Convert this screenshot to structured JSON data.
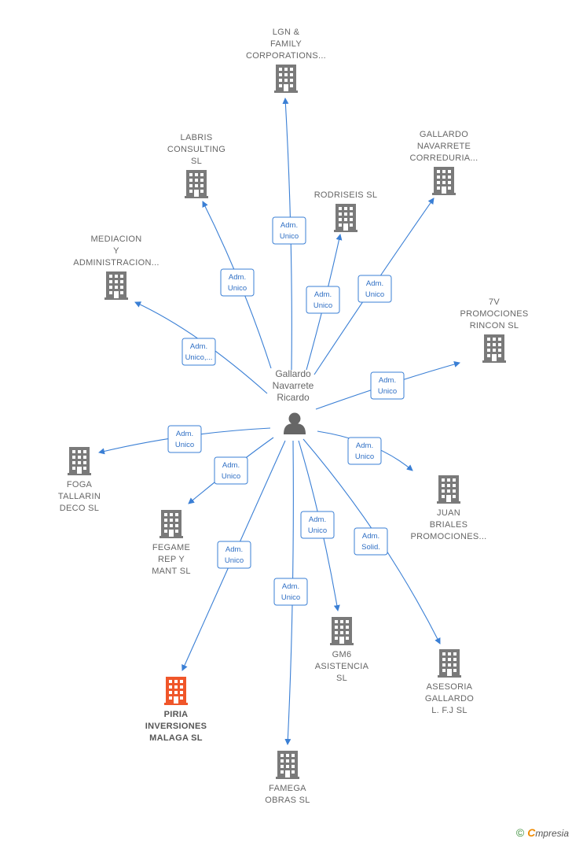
{
  "center": {
    "name_lines": [
      "Gallardo",
      "Navarrete",
      "Ricardo"
    ]
  },
  "colors": {
    "edge": "#3a7fd5",
    "building": "#7a7a7a",
    "building_highlight": "#f0562a",
    "person": "#666666"
  },
  "nodes": [
    {
      "id": "lgn",
      "lines": [
        "LGN &",
        "FAMILY",
        "CORPORATIONS..."
      ],
      "relation": [
        "Adm.",
        "Unico"
      ]
    },
    {
      "id": "labris",
      "lines": [
        "LABRIS",
        "CONSULTING",
        "SL"
      ],
      "relation": [
        "Adm.",
        "Unico"
      ]
    },
    {
      "id": "rodriseis",
      "lines": [
        "RODRISEIS SL"
      ],
      "relation": [
        "Adm.",
        "Unico"
      ]
    },
    {
      "id": "gallardo-navarrete",
      "lines": [
        "GALLARDO",
        "NAVARRETE",
        "CORREDURIA..."
      ],
      "relation": [
        "Adm.",
        "Unico"
      ]
    },
    {
      "id": "mediacion",
      "lines": [
        "MEDIACION",
        "Y",
        "ADMINISTRACION..."
      ],
      "relation": [
        "Adm.",
        "Unico,..."
      ]
    },
    {
      "id": "7v",
      "lines": [
        "7V",
        "PROMOCIONES",
        "RINCON  SL"
      ],
      "relation": [
        "Adm.",
        "Unico"
      ]
    },
    {
      "id": "foga",
      "lines": [
        "FOGA",
        "TALLARIN",
        "DECO  SL"
      ],
      "relation": [
        "Adm.",
        "Unico"
      ]
    },
    {
      "id": "fegame",
      "lines": [
        "FEGAME",
        "REP Y",
        "MANT  SL"
      ],
      "relation": [
        "Adm.",
        "Unico"
      ]
    },
    {
      "id": "juan-briales",
      "lines": [
        "JUAN",
        "BRIALES",
        "PROMOCIONES..."
      ],
      "relation": [
        "Adm.",
        "Unico"
      ]
    },
    {
      "id": "piria",
      "lines": [
        "PIRIA",
        "INVERSIONES",
        "MALAGA  SL"
      ],
      "relation": [
        "Adm.",
        "Unico"
      ],
      "highlight": true
    },
    {
      "id": "gm6",
      "lines": [
        "GM6",
        "ASISTENCIA",
        "SL"
      ],
      "relation": [
        "Adm.",
        "Unico"
      ]
    },
    {
      "id": "asesoria",
      "lines": [
        "ASESORIA",
        "GALLARDO",
        "L. F.J SL"
      ],
      "relation": [
        "Adm.",
        "Solid."
      ]
    },
    {
      "id": "famega",
      "lines": [
        "FAMEGA",
        "OBRAS SL"
      ],
      "relation": [
        "Adm.",
        "Unico"
      ]
    }
  ],
  "footer": {
    "copyright": "©",
    "brand_first": "C",
    "brand_rest": "mpresia"
  }
}
